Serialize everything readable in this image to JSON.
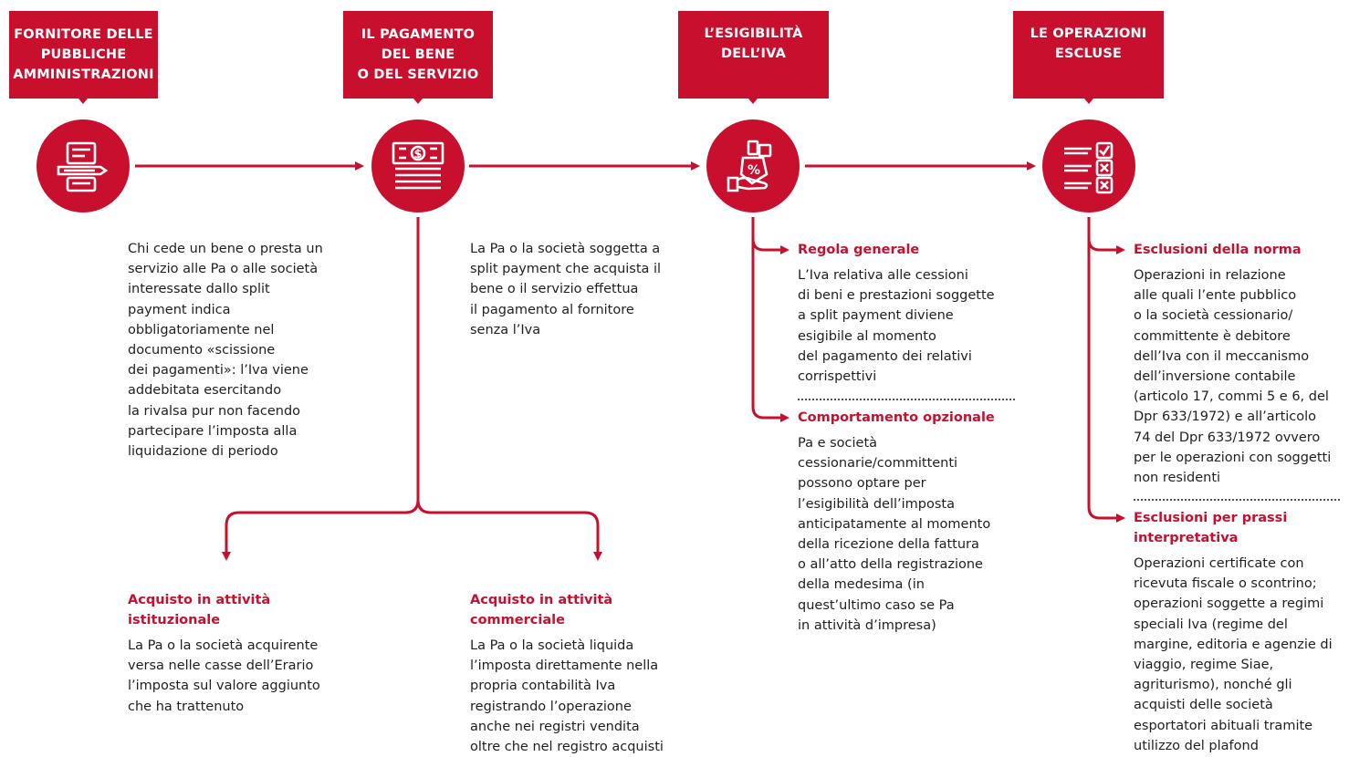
{
  "headers": [
    "FORNITORE DELLE\nPUBBLICHE\nAMMINISTRAZIONI",
    "IL PAGAMENTO\nDEL BENE\nO DEL SERVIZIO",
    "L’ESIGIBILITÀ\nDELL’IVA",
    "LE OPERAZIONI\nESCLUSE"
  ],
  "icons": [
    "invoice-pen-icon",
    "money-bill-icon",
    "hand-percent-icon",
    "checklist-icon"
  ],
  "col1": {
    "text": "Chi cede un bene o presta un\nservizio alle Pa o alle società\ninteressate dallo split\npayment indica\nobbligatoriamente nel\ndocumento «scissione\ndei pagamenti»: l’Iva viene\naddebitata esercitando\nla rivalsa pur non facendo\npartecipare l’imposta alla\nliquidazione di periodo"
  },
  "col2": {
    "text": "La Pa o la società soggetta a\nsplit payment che acquista il\nbene o il servizio effettua\nil pagamento al fornitore\nsenza l’Iva"
  },
  "branch_left": {
    "title": "Acquisto in attività\nistituzionale",
    "text": "La Pa o la società acquirente\nversa nelle casse dell’Erario\nl’imposta sul valore aggiunto\nche ha trattenuto"
  },
  "branch_right": {
    "title": "Acquisto in attività\ncommerciale",
    "text": "La Pa o la società liquida\nl’imposta direttamente nella\npropria contabilità Iva\nregistrando l’operazione\nanche nei registri vendita\noltre che nel registro acquisti"
  },
  "col3": {
    "rule_title": "Regola generale",
    "rule_text": "L’Iva relativa alle cessioni\ndi beni e prestazioni soggette\na split payment diviene\nesigibile al momento\ndel pagamento dei relativi\ncorrispettivi",
    "optional_title": "Comportamento opzionale",
    "optional_text": "Pa e società\ncessionarie/committenti\npossono optare per\nl’esigibilità dell’imposta\nanticipatamente al momento\ndella ricezione della fattura\no all’atto della registrazione\ndella medesima (in\nquest’ultimo caso se Pa\nin attività d’impresa)"
  },
  "col4": {
    "norm_title": "Esclusioni della norma",
    "norm_text": "Operazioni in relazione\nalle quali l’ente pubblico\no la società cessionario/\ncommittente è debitore\ndell’Iva con il meccanismo\ndell’inversione contabile\n(articolo 17, commi 5 e 6, del\nDpr 633/1972) e all’articolo\n74 del Dpr 633/1972 ovvero\nper le operazioni con soggetti\nnon residenti",
    "practice_title": "Esclusioni per prassi\ninterpretativa",
    "practice_text": "Operazioni certificate con\nricevuta fiscale o scontrino;\noperazioni soggette a regimi\nspeciali Iva (regime del\nmargine, editoria e agenzie di\nviaggio, regime Siae,\nagriturismo), nonché gli\nacquisti delle società\nesportatori abituali tramite\nutilizzo del plafond"
  },
  "colors": {
    "accent": "#c8102e",
    "text": "#1f1f1f"
  }
}
